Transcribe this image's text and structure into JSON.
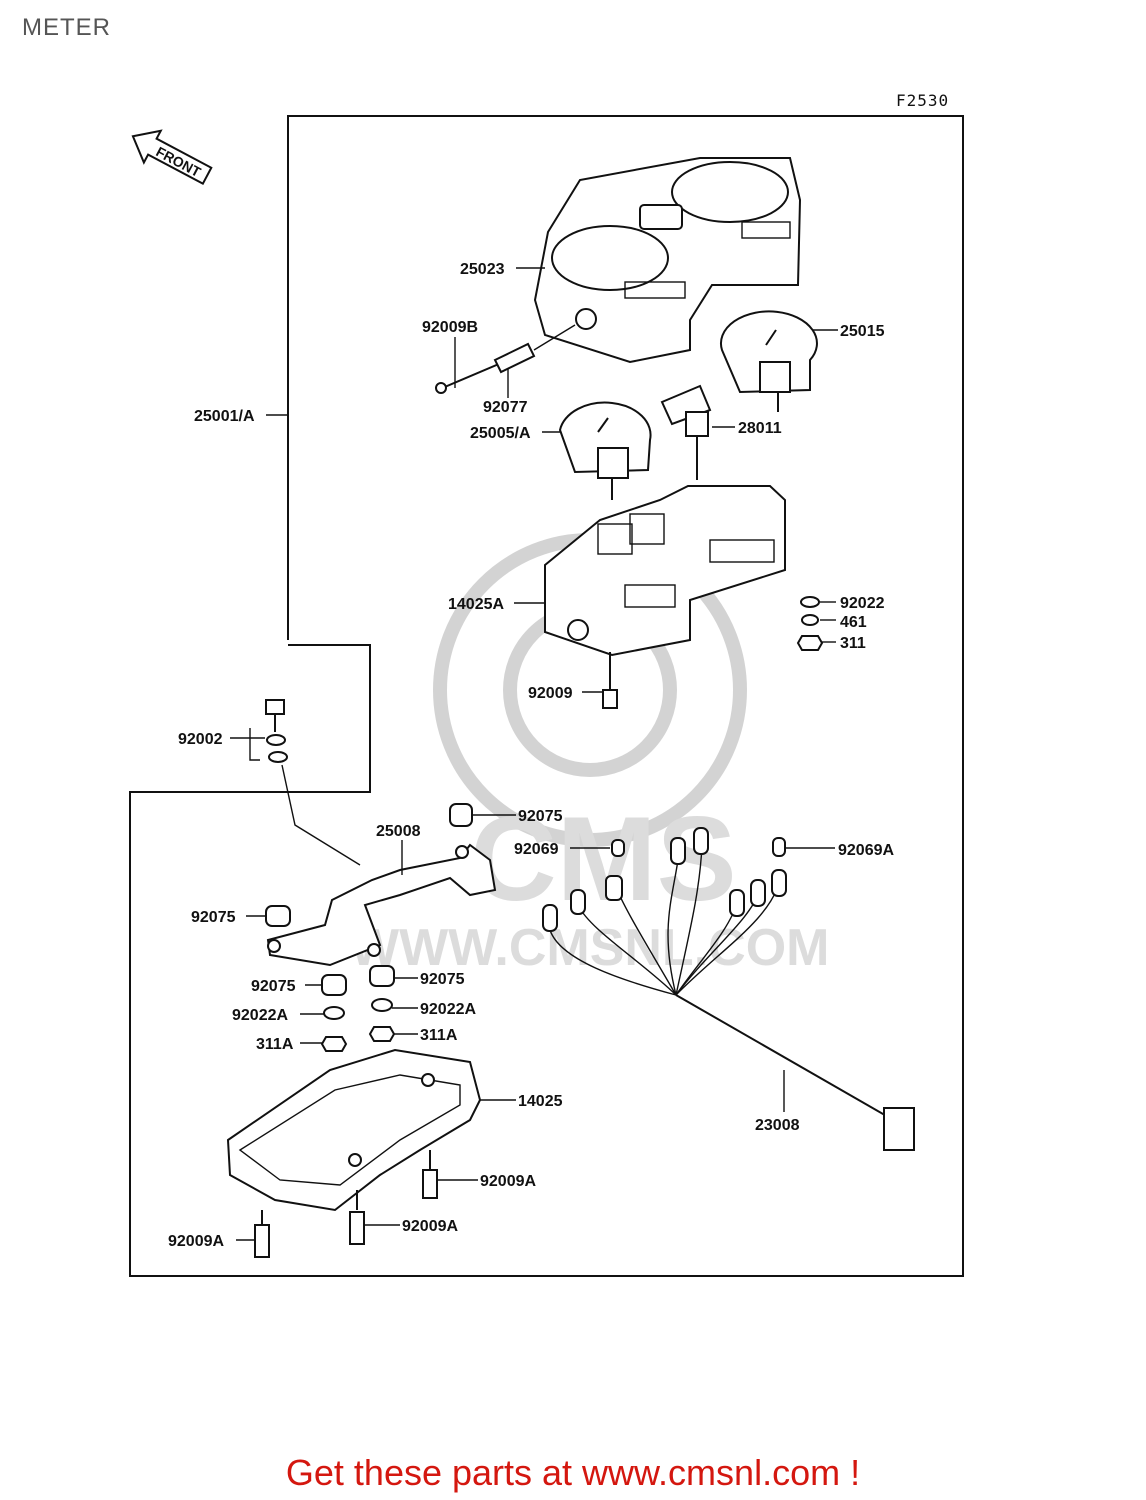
{
  "title": "METER",
  "figure_code": "F2530",
  "front_arrow": "FRONT",
  "banner": "Get these parts at www.cmsnl.com !",
  "watermark": {
    "site": "WWW.CMSNL.COM",
    "brand": "CMS"
  },
  "parts": {
    "p25023": "25023",
    "p92009B": "92009B",
    "p25015": "25015",
    "p25001A": "25001/A",
    "p92077": "92077",
    "p25005A": "25005/A",
    "p28011": "28011",
    "p14025A": "14025A",
    "p92022": "92022",
    "p461": "461",
    "p311": "311",
    "p92009": "92009",
    "p92002": "92002",
    "p92075a": "92075",
    "p25008": "25008",
    "p92069": "92069",
    "p92069A": "92069A",
    "p92075b": "92075",
    "p92075c": "92075",
    "p92075d": "92075",
    "p92022Aa": "92022A",
    "p92022Ab": "92022A",
    "p311Aa": "311A",
    "p311Ab": "311A",
    "p14025": "14025",
    "p23008": "23008",
    "p92009Aa": "92009A",
    "p92009Ab": "92009A",
    "p92009Ac": "92009A"
  }
}
